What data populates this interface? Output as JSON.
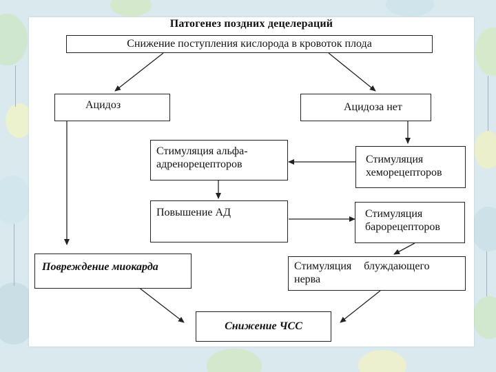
{
  "title": "Патогенез поздних децелераций",
  "boxes": {
    "top": "Снижение поступления кислорода в кровоток плода",
    "acidosis": "Ацидоз",
    "no_acidosis": "Ацидоза нет",
    "alpha": "Стимуляция альфа-адренорецепторов",
    "chemo": "Стимуляция хеморецепторов",
    "bp": "Повышение АД",
    "baro": "Стимуляция барорецепторов",
    "myocardium": "Повреждение миокарда",
    "vagus": "Стимуляция блуждающего нерва",
    "hr": "Снижение ЧСС"
  },
  "colors": {
    "background": "#d9e9ee",
    "slide": "#ffffff",
    "stroke": "#222222"
  }
}
